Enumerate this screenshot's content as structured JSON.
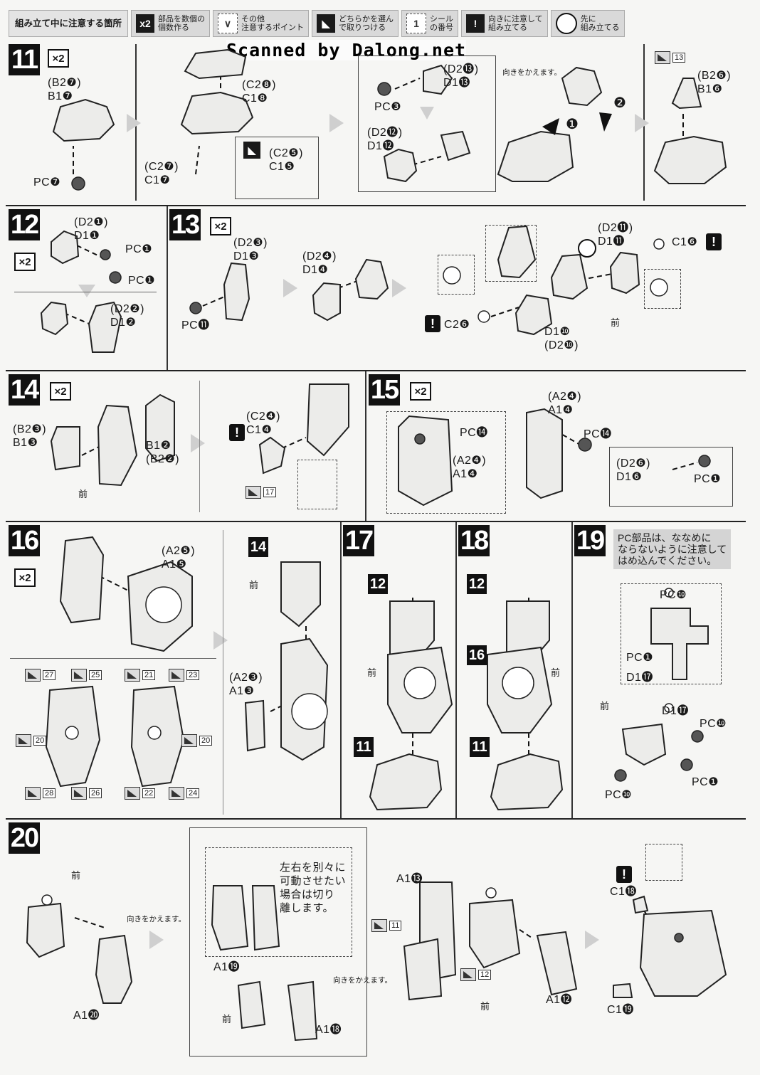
{
  "legend": {
    "title": "組み立て中に注意する箇所",
    "items": [
      {
        "icon": "x2",
        "text": "部品を数個の\n個数作る"
      },
      {
        "icon": "∨",
        "text": "その他\n注意するポイント"
      },
      {
        "icon": "◣",
        "text": "どちらかを選ん\nで取りつける"
      },
      {
        "icon": "1",
        "text": "シール\nの番号"
      },
      {
        "icon": "!",
        "text": "向きに注意して\n組み立てる"
      },
      {
        "icon": "●",
        "text": "先に\n組み立てる"
      }
    ]
  },
  "watermark": "Scanned by Dalong.net",
  "steps": {
    "s11": {
      "no": "11",
      "x2": "×2",
      "labels": [
        "(B2❼)\nB1❼",
        "PC❼",
        "(C2❽)\nC1❽",
        "(C2❼)\nC1❼",
        "(C2❺)\nC1❺",
        "(D2⓭)\nD1⓭",
        "PC❸",
        "(D2⓬)\nD1⓬",
        "(B2❻)\nB1❻"
      ],
      "turn": "向きをかえます。",
      "sticker": "13",
      "arrow1": "❶",
      "arrow2": "❷"
    },
    "s12": {
      "no": "12",
      "x2": "×2",
      "labels": [
        "(D2❶)\nD1❶",
        "PC❶",
        "PC❶",
        "(D2❷)\nD1❷"
      ]
    },
    "s13": {
      "no": "13",
      "x2": "×2",
      "labels": [
        "(D2❸)\nD1❸",
        "PC⓫",
        "(D2❹)\nD1❹",
        "(D2⓫)\nD1⓫",
        "C1❻",
        "C2❻",
        "D1❿\n(D2❿)"
      ],
      "front": "前"
    },
    "s14": {
      "no": "14",
      "x2": "×2",
      "labels": [
        "(B2❸)\nB1❸",
        "B1❷\n(B2❷)",
        "(C2❹)\nC1❹"
      ],
      "front": "前",
      "sticker": "17"
    },
    "s15": {
      "no": "15",
      "x2": "×2",
      "labels": [
        "PC⓮",
        "(A2❹)\nA1❹",
        "(A2❹)\nA1❹",
        "PC⓮",
        "(D2❻)\nD1❻",
        "PC❶"
      ]
    },
    "s16": {
      "no": "16",
      "x2": "×2",
      "labels": [
        "(A2❺)\nA1❺",
        "(A2❸)\nA1❸"
      ],
      "ref": "14",
      "front": "前",
      "stickers": [
        "27",
        "25",
        "20",
        "28",
        "26",
        "21",
        "23",
        "20",
        "22",
        "24"
      ]
    },
    "s17": {
      "no": "17",
      "refs": [
        "12",
        "11"
      ],
      "front": "前"
    },
    "s18": {
      "no": "18",
      "refs": [
        "12",
        "16",
        "11"
      ],
      "front": "前"
    },
    "s19": {
      "no": "19",
      "note": "PC部品は、ななめに\nならないように注意して\nはめ込んでください。",
      "labels": [
        "PC❿",
        "PC❶",
        "D1⓱",
        "D1⓱",
        "PC❿",
        "PC❶",
        "PC❿"
      ],
      "front": "前"
    },
    "s20": {
      "no": "20",
      "labels": [
        "A1⓴",
        "A1⓳",
        "A1⓲",
        "A1⓭",
        "A1⓬",
        "C1⓲",
        "C1⓳"
      ],
      "turn1": "向きをかえます。",
      "turn2": "向きをかえます。",
      "note": "左右を別々に\n可動させたい\n場合は切り\n離します。",
      "front": "前",
      "stickers": [
        "11",
        "12"
      ]
    }
  }
}
